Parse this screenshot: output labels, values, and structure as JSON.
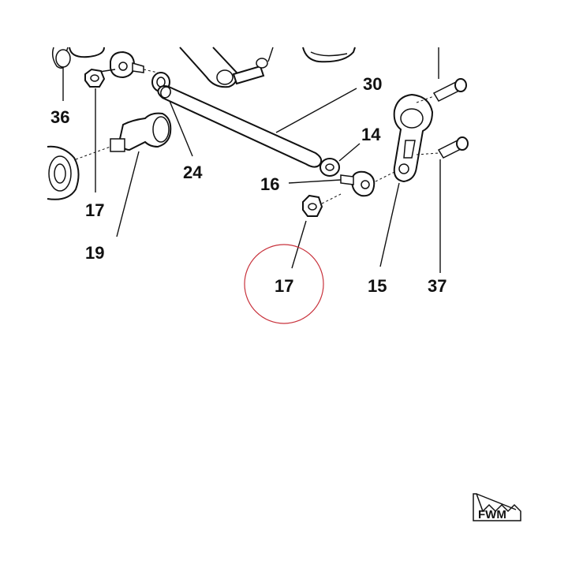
{
  "diagram": {
    "callouts": {
      "c36": "36",
      "c17a": "17",
      "c19": "19",
      "c24": "24",
      "c30": "30",
      "c14": "14",
      "c16": "16",
      "c17b": "17",
      "c15": "15",
      "c37": "37"
    },
    "highlight_color": "#c8323c",
    "logo": {
      "text": "FWM"
    }
  }
}
